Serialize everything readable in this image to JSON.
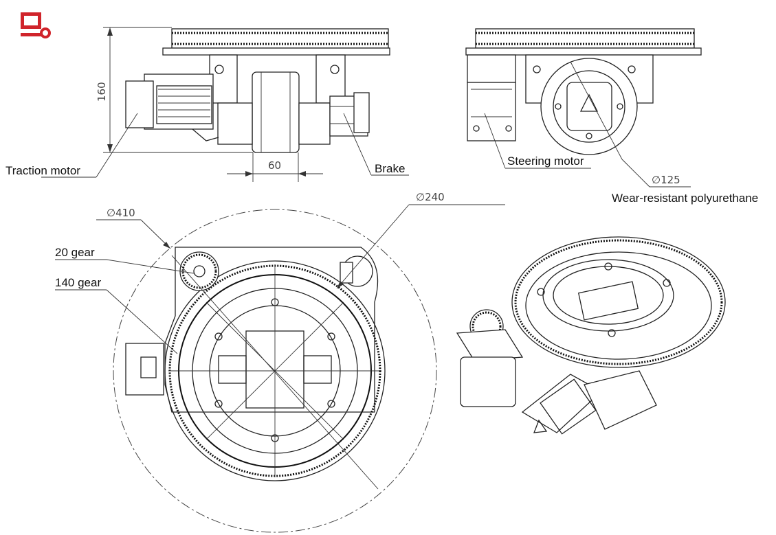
{
  "brand": {
    "logo_icon": "red-bracket-logo",
    "color": "#d0242b"
  },
  "labels": {
    "traction_motor": "Traction motor",
    "brake": "Brake",
    "steering_motor": "Steering motor",
    "wear_resistant": "Wear-resistant polyurethane",
    "gear20": "20 gear",
    "gear140": "140 gear"
  },
  "dimensions": {
    "height": "160",
    "wheel_width": "60",
    "wheel_dia": "∅125",
    "outer_dia": "∅410",
    "ring_dia": "∅240"
  }
}
